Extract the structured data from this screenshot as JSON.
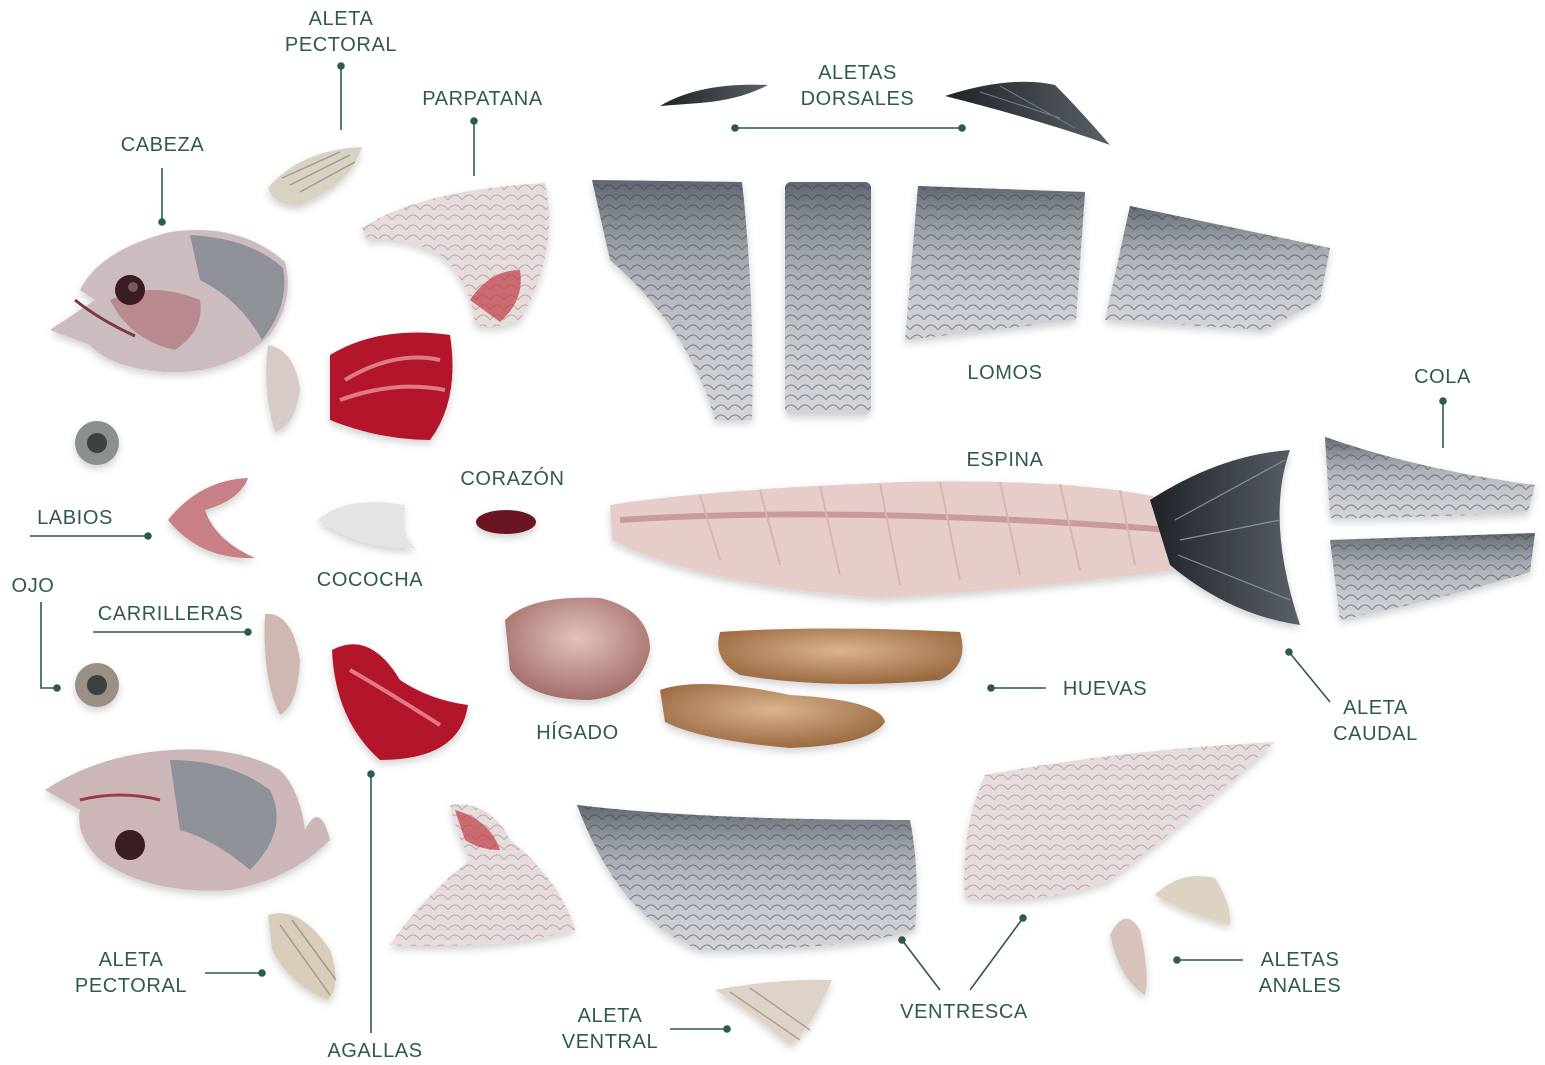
{
  "colors": {
    "label": "#2f5a52",
    "leader": "#2f5a52",
    "skin_silver": "#c9ccd0",
    "skin_dark": "#5c636b",
    "flesh_pink": "#e8c9c9",
    "gill_red": "#b3182c",
    "roe_brown": "#b98a5f",
    "liver_pink": "#c99b95",
    "fin_dark": "#2d3136"
  },
  "labels": {
    "aleta_pectoral_top": [
      "ALETA",
      "PECTORAL"
    ],
    "parpatana": "PARPATANA",
    "aletas_dorsales": [
      "ALETAS",
      "DORSALES"
    ],
    "cabeza": "CABEZA",
    "lomos": "LOMOS",
    "cola": "COLA",
    "espina": "ESPINA",
    "corazon": "CORAZÓN",
    "labios": "LABIOS",
    "cococha": "COCOCHA",
    "ojo": "OJO",
    "carrilleras": "CARRILLERAS",
    "higado": "HÍGADO",
    "huevas": "HUEVAS",
    "aleta_caudal": [
      "ALETA",
      "CAUDAL"
    ],
    "aleta_pectoral_bottom": [
      "ALETA",
      "PECTORAL"
    ],
    "agallas": "AGALLAS",
    "aleta_ventral": [
      "ALETA",
      "VENTRAL"
    ],
    "ventresca": "VENTRESCA",
    "aletas_anales": [
      "ALETAS",
      "ANALES"
    ]
  },
  "parts": [
    {
      "id": "head-top",
      "icon": "fish-head-icon"
    },
    {
      "id": "pectoral-fin-top",
      "icon": "fin-icon"
    },
    {
      "id": "collar-top",
      "icon": "collar-icon"
    },
    {
      "id": "dorsal-fins",
      "icon": "dorsal-fin-icon"
    },
    {
      "id": "loins",
      "icon": "fillet-icon"
    },
    {
      "id": "spine",
      "icon": "fish-skeleton-icon"
    },
    {
      "id": "tail",
      "icon": "tail-fillet-icon"
    },
    {
      "id": "eye",
      "icon": "eye-icon"
    },
    {
      "id": "lips",
      "icon": "lips-icon"
    },
    {
      "id": "cococha",
      "icon": "cococha-icon"
    },
    {
      "id": "heart",
      "icon": "heart-icon"
    },
    {
      "id": "cheeks",
      "icon": "cheek-icon"
    },
    {
      "id": "gills",
      "icon": "gill-icon"
    },
    {
      "id": "liver",
      "icon": "liver-icon"
    },
    {
      "id": "roe",
      "icon": "roe-icon"
    },
    {
      "id": "belly",
      "icon": "belly-fillet-icon"
    },
    {
      "id": "anal-fins",
      "icon": "fin-icon"
    },
    {
      "id": "ventral-fin",
      "icon": "fin-icon"
    }
  ]
}
